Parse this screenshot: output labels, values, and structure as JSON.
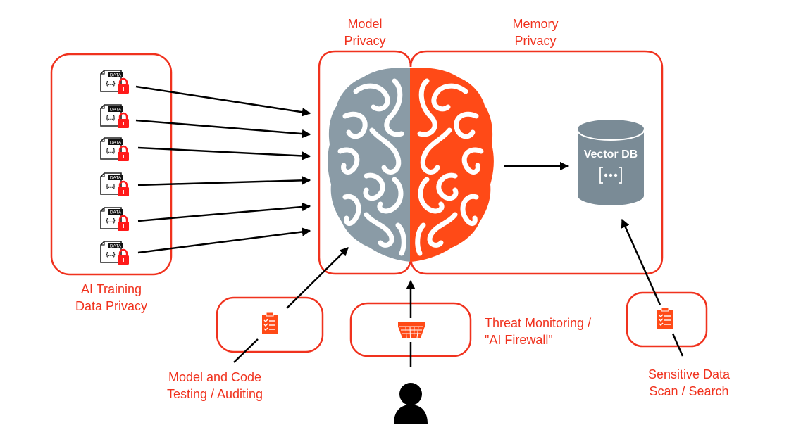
{
  "colors": {
    "accent": "#f0321e",
    "brain_left": "#8a9ba6",
    "brain_right": "#ff4a17",
    "db": "#7a8b96",
    "arrow": "#000000",
    "lock": "#ff1a1a"
  },
  "labels": {
    "model_privacy": [
      "Model",
      "Privacy"
    ],
    "memory_privacy": [
      "Memory",
      "Privacy"
    ],
    "training_privacy": [
      "AI Training",
      "Data Privacy"
    ],
    "testing": [
      "Model and Code",
      "Testing / Auditing"
    ],
    "firewall": [
      "Threat Monitoring /",
      "\"AI Firewall\""
    ],
    "scan": [
      "Sensitive Data",
      "Scan / Search"
    ]
  },
  "data_files": [
    {
      "tag": "DATA",
      "body": "{...}",
      "icon": "lock-icon"
    },
    {
      "tag": "DATA",
      "body": "{...}",
      "icon": "lock-icon"
    },
    {
      "tag": "DATA",
      "body": "{...}",
      "icon": "lock-icon"
    },
    {
      "tag": "DATA",
      "body": "{...}",
      "icon": "lock-icon"
    },
    {
      "tag": "DATA",
      "body": "{...}",
      "icon": "lock-icon"
    },
    {
      "tag": "DATA",
      "body": "{...}",
      "icon": "lock-icon"
    }
  ],
  "vector_db": {
    "title": "Vector DB",
    "glyph": "[•••]"
  },
  "icons": {
    "testing": "clipboard-checklist-icon",
    "firewall": "firewall-icon",
    "scan": "clipboard-checklist-icon",
    "user": "user-icon",
    "brain": "brain-icon",
    "database": "database-icon"
  }
}
